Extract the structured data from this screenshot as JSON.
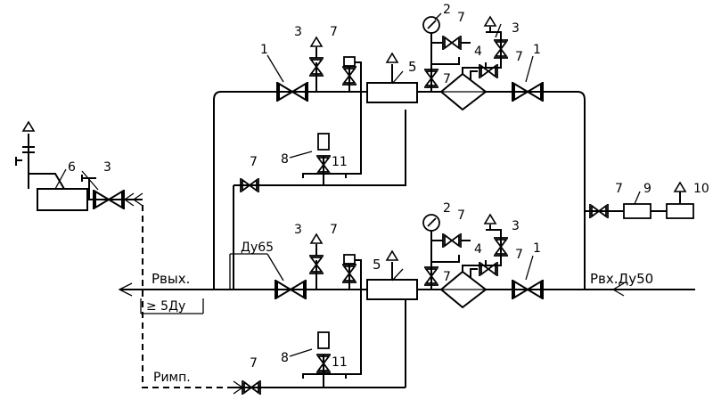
{
  "labels": {
    "p_out": "Рвых.",
    "p_in": "Рвх.Ду50",
    "p_imp": "Римп.",
    "dn65": "Ду65",
    "min_len": "≥ 5Ду"
  },
  "callouts": [
    {
      "id": "1",
      "text": "1"
    },
    {
      "id": "2",
      "text": "2"
    },
    {
      "id": "3",
      "text": "3"
    },
    {
      "id": "4",
      "text": "4"
    },
    {
      "id": "5",
      "text": "5"
    },
    {
      "id": "6",
      "text": "6"
    },
    {
      "id": "7",
      "text": "7"
    },
    {
      "id": "8",
      "text": "8"
    },
    {
      "id": "9",
      "text": "9"
    },
    {
      "id": "10",
      "text": "10"
    },
    {
      "id": "11",
      "text": "11"
    }
  ]
}
